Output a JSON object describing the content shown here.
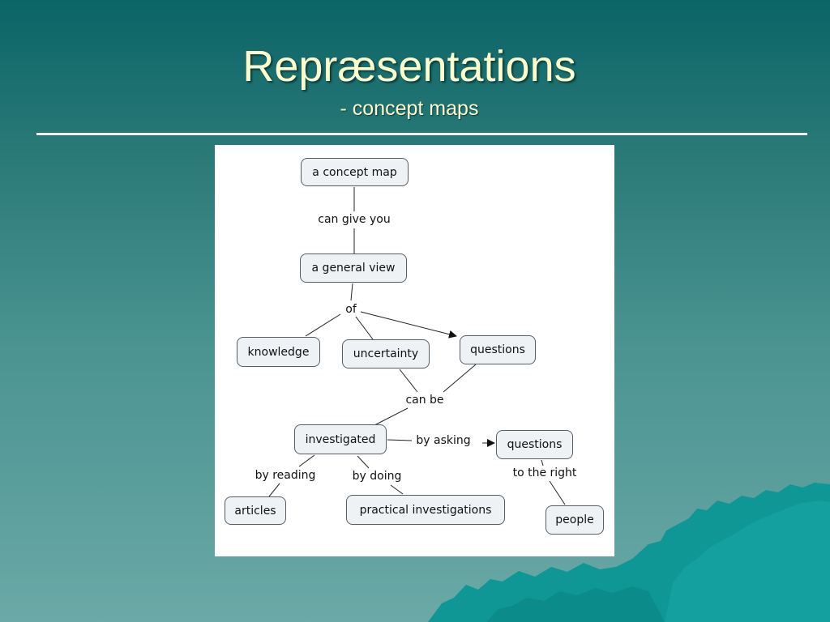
{
  "slide": {
    "title": "Repræsentations",
    "subtitle": "- concept maps"
  },
  "concept_map": {
    "nodes": {
      "concept_map": "a concept map",
      "general_view": "a general view",
      "knowledge": "knowledge",
      "uncertainty": "uncertainty",
      "questions_top": "questions",
      "investigated": "investigated",
      "questions_right": "questions",
      "articles": "articles",
      "practical_investigations": "practical investigations",
      "people": "people"
    },
    "links": {
      "can_give_you": "can give you",
      "of": "of",
      "can_be": "can be",
      "by_asking": "by asking",
      "by_reading": "by reading",
      "by_doing": "by doing",
      "to_the_right": "to the right"
    }
  },
  "colors": {
    "title_text": "#ffffcc",
    "node_fill": "#eef2f5",
    "node_border": "#555e66",
    "background_top": "#0b6466",
    "background_bottom": "#6aa9a6"
  }
}
